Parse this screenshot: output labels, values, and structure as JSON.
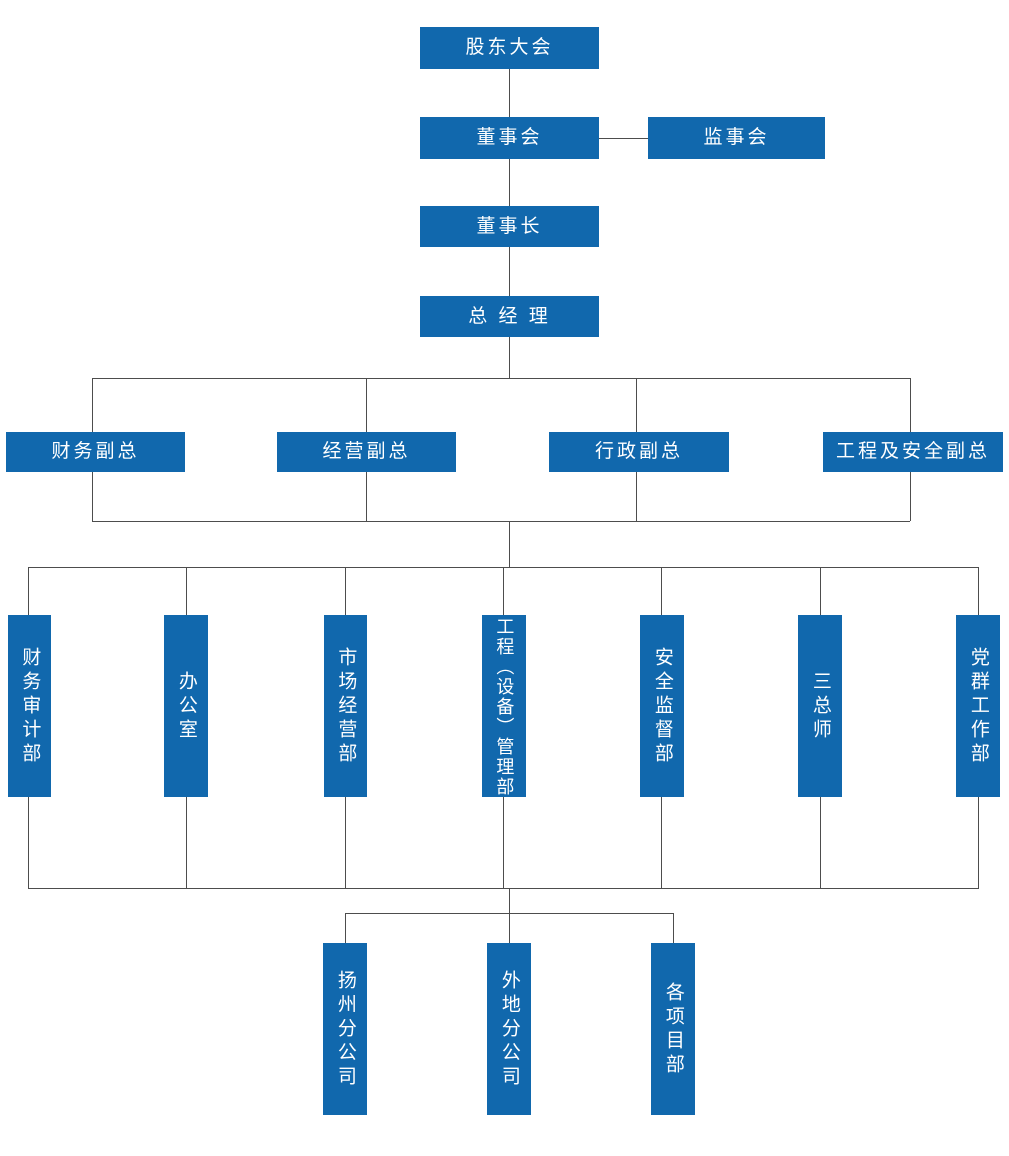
{
  "chart_data": {
    "type": "diagram",
    "subtype": "organization-chart",
    "title": "",
    "orientation": "top-down",
    "node_color": "#1168ad",
    "node_text_color": "#ffffff",
    "connector_color": "#4d4d4d",
    "background": "#ffffff",
    "levels": [
      {
        "level": 1,
        "nodes": [
          "股东大会"
        ]
      },
      {
        "level": 2,
        "nodes": [
          "董事会",
          "监事会"
        ]
      },
      {
        "level": 3,
        "nodes": [
          "董事长"
        ]
      },
      {
        "level": 4,
        "nodes": [
          "总经理"
        ]
      },
      {
        "level": 5,
        "nodes": [
          "财务副总",
          "经营副总",
          "行政副总",
          "工程及安全副总"
        ]
      },
      {
        "level": 6,
        "nodes": [
          "财务审计部",
          "办公室",
          "市场经营部",
          "工程（设备）管理部",
          "安全监督部",
          "三总师",
          "党群工作部"
        ]
      },
      {
        "level": 7,
        "nodes": [
          "扬州分公司",
          "外地分公司",
          "各项目部"
        ]
      }
    ],
    "edges": [
      {
        "from": "股东大会",
        "to": "董事会"
      },
      {
        "from": "董事会",
        "to": "监事会",
        "style": "horizontal-peer"
      },
      {
        "from": "董事会",
        "to": "董事长"
      },
      {
        "from": "董事长",
        "to": "总经理"
      },
      {
        "from": "总经理",
        "to": "财务副总"
      },
      {
        "from": "总经理",
        "to": "经营副总"
      },
      {
        "from": "总经理",
        "to": "行政副总"
      },
      {
        "from": "总经理",
        "to": "工程及安全副总"
      },
      {
        "from": "副总层",
        "to": "财务审计部"
      },
      {
        "from": "副总层",
        "to": "办公室"
      },
      {
        "from": "副总层",
        "to": "市场经营部"
      },
      {
        "from": "副总层",
        "to": "工程（设备）管理部"
      },
      {
        "from": "副总层",
        "to": "安全监督部"
      },
      {
        "from": "副总层",
        "to": "三总师"
      },
      {
        "from": "副总层",
        "to": "党群工作部"
      },
      {
        "from": "部门层",
        "to": "扬州分公司"
      },
      {
        "from": "部门层",
        "to": "外地分公司"
      },
      {
        "from": "部门层",
        "to": "各项目部"
      }
    ]
  },
  "nodes": {
    "shareholders_meeting": "股东大会",
    "board_of_directors": "董事会",
    "board_of_supervisors": "监事会",
    "chairman": "董事长",
    "general_manager": "总 经 理",
    "vp_finance": "财务副总",
    "vp_operations": "经营副总",
    "vp_administration": "行政副总",
    "vp_engineering_safety": "工程及安全副总",
    "dept_finance_audit": "财务审计部",
    "dept_office": "办公室",
    "dept_market_operations": "市场经营部",
    "dept_engineering_equipment": "工程（设备）管理部",
    "dept_safety_supervision": "安全监督部",
    "dept_three_chief_engineers": "三总师",
    "dept_party_mass_work": "党群工作部",
    "branch_yangzhou": "扬州分公司",
    "branch_outside": "外地分公司",
    "branch_projects": "各项目部"
  }
}
